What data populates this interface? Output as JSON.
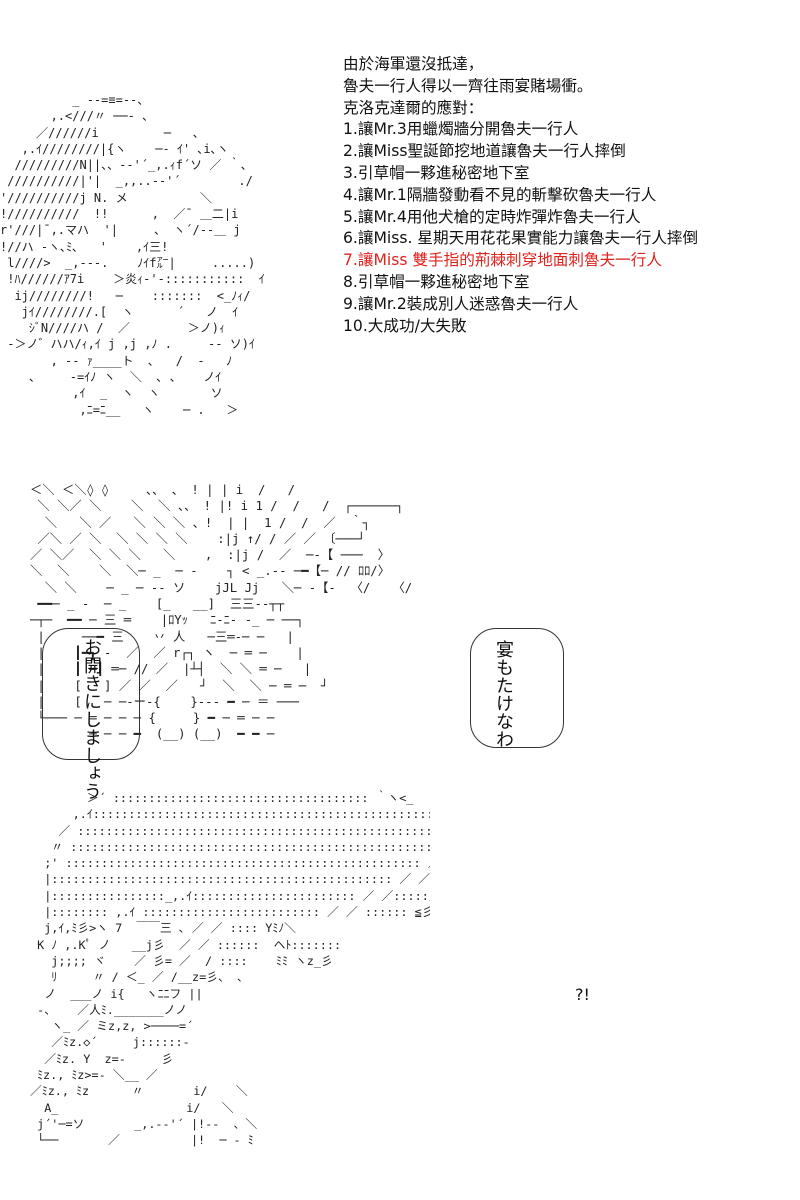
{
  "caption": {
    "lines": [
      "由於海軍還沒抵達，",
      "魯夫一行人得以一齊往雨宴賭場衝。",
      "克洛克達爾的應對：",
      "1.讓Mr.3用蠟燭牆分開魯夫一行人",
      "2.讓Miss聖誕節挖地道讓魯夫一行人摔倒",
      "3.引草帽一夥進秘密地下室",
      "4.讓Mr.1隔牆發動看不見的斬擊砍魯夫一行人",
      "5.讓Mr.4用他犬槍的定時炸彈炸魯夫一行人",
      "6.讓Miss. 星期天用花花果實能力讓魯夫一行人摔倒",
      "7.讓Miss 雙手指的荊棘刺穿地面刺魯夫一行人",
      "8.引草帽一夥進秘密地下室",
      "9.讓Mr.2裝成別人迷惑魯夫一行人",
      "10.大成功/大失敗"
    ],
    "highlight_color": "#e0221d"
  },
  "panel2": {
    "bubble_left": "お開きにしましょう",
    "bubble_right": "宴もたけなわ"
  },
  "panel3": {
    "exclamation": "?!"
  },
  "art": {
    "panel1": "          _ -‐=≡=--、\n       ,.<///〃 ──‐ 、\n     ／//////i         ─   、\n   ,.ｲ////////|{ヽ    ─- ｲ' ､i､ヽ\n  /////////N||、、-‐'´_,.ｨf´ソ ／ ｀、\n //////////|'|  _,,..-‐'´        ./\n'//////////j N. メ          ＼\n!//////////  !!      ,  ／¯ ＿二|i\nr'///|¯,.マハ  '|     、 ヽ´/-‐＿ j\n!//ハ ‐ヽ､ﾐ､   '    ,ｲ三!       \n l////>  _,-‐-.    ﾉｲf㌃|     .....)\n !ﾊ//////ｱ7i    ＞炎ｨ‐'-:::::::::::  ｲ\n  ij////////!   ─    :::::::  <_ﾉｨ/\n   jｲ////////.[  ヽ      ´   ノ  ｲ\n    ｼﾞN////ハ /  ／        ＞ノ)ｨ\n -＞ノ゛ハハ/ｨ,ｲ j ,j ,ﾉ .     ‐‐ ソ)ｲ\n       , -‐ ｧ____ト  ､   /  ‐   ﾉ\n    、    -=ｲﾉ ヽ  ＼  ､ 、   ノｲ\n          ,ｲ  _  ヽ  ヽ       ソ\n           ,ﾆ=ﾆ__   ヽ    ─ .   ＞",
    "panel2": "＜＼ ＜＼◊ ◊     、、 、 ! | | i  /   /\n ＼ ＼／ ＼    ＼  ＼ 、、 ! |! i 1 /  /   /  ┌──────┐\n  ＼   ＼ ／   ＼ ＼ ＼ 、!  | |  1 /  /  ／  ｀┐\n ／＼ ／ ＼  ＼ ＼ ＼ ＼    :|j ↑/ / ／ ／ 〔───┘\n／ ＼／  ＼ ＼ ＼   ＼    ,  :|j /  ／  ─-【 ───  〉\n＼  ＼    ＼  ＼─ _  ─ -    ┐ < _.-‐ ─━【─ // ﾛﾛ/〉\n  ＼ ＼    ─ _ ─ -‐ ソ    jJL Jj   ＼─ -【-  〈/   〈/\n ━━─ _ -  ─ _    [_   __]  三三-‐┬┬\n─┬─  ━━ ─ 三 ═    |ﾛYｯ   ﾆ-ﾆ- -_ ─ ──┐\n |     ──━ 三    丷 人   ─三═-─ ─   |\n |    ┃━┓ -  ／  ／ r┌┐ ヽ  ─ ═ ─    |\n |    ┃ ━┃ ═─ // ／  |┴┤  ＼ ＼ ═ ─   |\n |    [   ] ／ ／  ／   ┘  ＼  ＼ ─ ═ ─  ┘\n |    [   ─ ─‐ー-{    }--‐ ━ ─ ＝ ───\n └─── ─ ═ ─ ─ ─ {     } ━ ─ ═ ─ ─\n        ─ ─ ─ ━  (__) (__)  ━ ━ ─",
    "panel3": "        ＞´ :::::::::::::::::::::::::::::::::::: ｀ヽ<_\n      ,.ｲ:::::::::::::::::::::::::::::::::::::::::::::::::  ＼\n    ／ :::::::::::::::::::::::::::::::::::::::::::::::::::  ﾐﾄ<  ／\n   〃 :::::::::::::::::::::::::::::::::::::::::::::::::::::: Y ／  ／\n  ;' :::::::::::::::::::::::::::::::::::::::::::::::::: ／ ／ :::\n  |:::::::::::::::::::::::::::::::::::::::::::::::: ／ ／ ::::::\n  |::::::::::::::::_,.ｲ::::::::::::::::::::::: ／ ／:::::/>ー\n  |:::::::: ,.ｲ ::::::::::::::::::::::::: ／ ／ :::::: ≦彡j\n  j,ｲ,ﾐ彡>ヽ 7  ￣￣三 ､ ／ ／ :::: Yﾐﾉ＼\n K ﾉ ,.Kﾟ ノ   __j彡  ／ ／ ::::::  ヘﾄ:::::::\n   j;;;; ヾ    ／ 彡= ／  / ::::    ﾐﾐ ヽz_彡\n   ﾘ     〃 / ＜_ ／ /__z=彡、 、\n  ノ  ___ノ i{   ヽﾆﾆフ ||\n -、   ／人ﾐ._______ノノ\n   ヽ_ ／ ミz,z, >────=´\n   ／ﾐz.◇´     j::::::‐\n  ／ﾐz. Y  z=-     彡\n ﾐz., ﾐz>=- ＼__ ／\n／ﾐz., ﾐz      〃       i/    ＼\n  A_                  i/   ＼\n j´'─=ソ       _,.-‐'´ |!--  、＼\n └──       ／          |!  ─ ‐ ﾐ"
  }
}
